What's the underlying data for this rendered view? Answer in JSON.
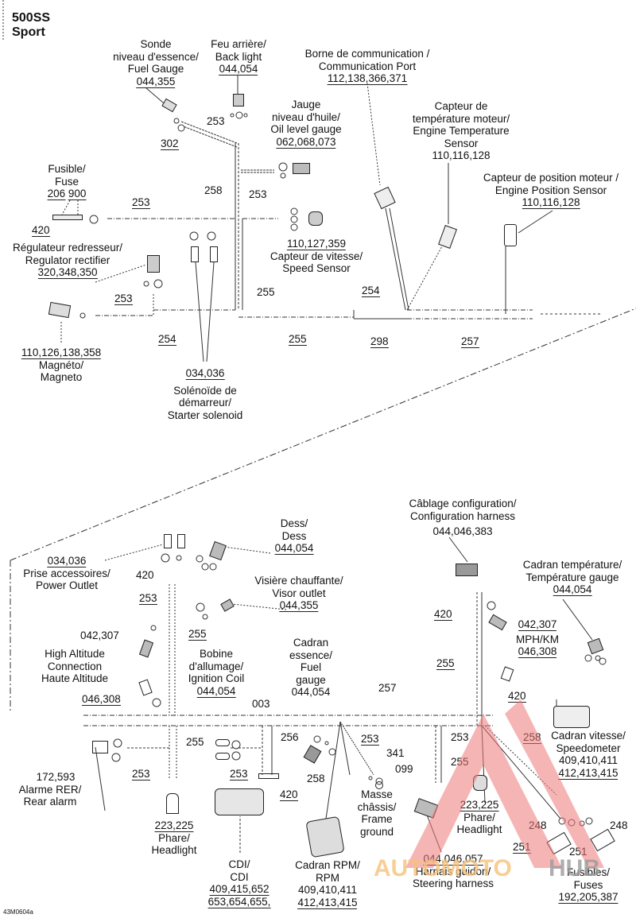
{
  "title": {
    "line1": "500SS",
    "line2": "Sport"
  },
  "figure_code": "43M0604a",
  "watermark": {
    "text_left": "AUTOMOTO",
    "text_right": "HUB",
    "color_red": "#f07a7a",
    "color_orange": "#f6c27a",
    "color_gray": "#9a9a9a"
  },
  "upper_components": [
    {
      "id": "fuel-level-sender",
      "fr": "Sonde niveau d'essence/",
      "l1": "Sonde",
      "l2": "niveau d'essence/",
      "l3": "Fuel Gauge",
      "codes": "044,355"
    },
    {
      "id": "back-light",
      "l1": "Feu arrière/",
      "l2": "Back light",
      "codes": "044,054"
    },
    {
      "id": "communication-port",
      "l1": "Borne de communication /",
      "l2": "Communication Port",
      "codes": "112,138,366,371"
    },
    {
      "id": "oil-level-gauge",
      "l1": "Jauge",
      "l2": "niveau d'huile/",
      "l3": "Oil level gauge",
      "codes": "062,068,073"
    },
    {
      "id": "engine-temp-sensor",
      "l1": "Capteur de",
      "l2": "température moteur/",
      "l3": "Engine Temperature",
      "l4": "Sensor",
      "codes": "110,116,128"
    },
    {
      "id": "engine-position-sensor",
      "l1": "Capteur de position moteur /",
      "l2": "Engine Position Sensor",
      "codes": "110,116,128"
    },
    {
      "id": "fuse",
      "l1": "Fusible/",
      "l2": "Fuse",
      "codes_a": "206",
      "codes_b": "900"
    },
    {
      "id": "regulator-rectifier",
      "l1": "Régulateur redresseur/",
      "l2": "Regulator rectifier",
      "codes": "320,348,350"
    },
    {
      "id": "speed-sensor",
      "codes": "110,127,359",
      "l1": "Capteur de vitesse/",
      "l2": "Speed Sensor"
    },
    {
      "id": "magneto",
      "codes": "110,126,138,358",
      "l1": "Magnéto/",
      "l2": "Magneto"
    },
    {
      "id": "starter-solenoid",
      "codes": "034,036",
      "l1": "Solénoïde de",
      "l2": "démarreur/",
      "l3": "Starter solenoid"
    }
  ],
  "upper_refs": {
    "r302": "302",
    "r253a": "253",
    "r258": "258",
    "r253b": "253",
    "r253c": "253",
    "r420": "420",
    "r255a": "255",
    "r254a": "254",
    "r253d": "253",
    "r254b": "254",
    "r255b": "255",
    "r298": "298",
    "r257": "257"
  },
  "lower_components": [
    {
      "id": "power-outlet",
      "codes": "034,036",
      "l1": "Prise accessoires/",
      "l2": "Power Outlet"
    },
    {
      "id": "dess",
      "l1": "Dess/",
      "l2": "Dess",
      "codes": "044,054"
    },
    {
      "id": "visor-outlet",
      "l1": "Visière chauffante/",
      "l2": "Visor outlet",
      "codes": "044,355"
    },
    {
      "id": "high-altitude",
      "l1": "High Altitude",
      "l2": "Connection",
      "l3": "Haute Altitude",
      "codes_a": "042,307",
      "codes_b": "046,308"
    },
    {
      "id": "ignition-coil",
      "l1": "Bobine",
      "l2": "d'allumage/",
      "l3": "Ignition Coil",
      "codes": "044,054"
    },
    {
      "id": "fuel-gauge-dial",
      "l1": "Cadran",
      "l2": "essence/",
      "l3": "Fuel",
      "l4": "gauge",
      "codes": "044,054"
    },
    {
      "id": "config-harness",
      "l1": "Câblage configuration/",
      "l2": "Configuration harness",
      "codes": "044,046,383"
    },
    {
      "id": "temp-gauge",
      "l1": "Cadran température/",
      "l2": "Température gauge",
      "codes": "044,054"
    },
    {
      "id": "mph-km",
      "codes_a": "042,307",
      "l1": "MPH/KM",
      "codes_b": "046,308"
    },
    {
      "id": "speedometer",
      "l1": "Cadran vitesse/",
      "l2": "Speedometer",
      "codes_a": "409,410,411",
      "codes_b": "412,413,415"
    },
    {
      "id": "rear-alarm",
      "codes": "172,593",
      "l1": "Alarme RER/",
      "l2": "Rear alarm"
    },
    {
      "id": "headlight-left",
      "codes": "223,225",
      "l1": "Phare/",
      "l2": "Headlight"
    },
    {
      "id": "cdi",
      "l1": "CDI/",
      "l2": "CDI",
      "codes_a": "409,415,652",
      "codes_b": "653,654,655,"
    },
    {
      "id": "rpm-dial",
      "l1": "Cadran RPM/",
      "l2": "RPM",
      "codes_a": "409,410,411",
      "codes_b": "412,413,415"
    },
    {
      "id": "frame-ground",
      "l1": "Masse",
      "l2": "châssis/",
      "l3": "Frame",
      "l4": "ground"
    },
    {
      "id": "steering-harness",
      "codes": "044,046,057",
      "l1": "Harnais guidon/",
      "l2": "Steering harness"
    },
    {
      "id": "headlight-right",
      "codes": "223,225",
      "l1": "Phare/",
      "l2": "Headlight"
    },
    {
      "id": "fuses",
      "l1": "Fusibles/",
      "l2": "Fuses",
      "codes": "192,205,387"
    }
  ],
  "lower_refs": {
    "r420a": "420",
    "r253a": "253",
    "r255a": "255",
    "r003": "003",
    "r257": "257",
    "r420b": "420",
    "r255b": "255",
    "r420c": "420",
    "r255c": "255",
    "r253b": "253",
    "r256": "256",
    "r253c": "253",
    "r420d": "420",
    "r258a": "258",
    "r253d": "253",
    "r341": "341",
    "r099": "099",
    "r253e": "253",
    "r258b": "258",
    "r255d": "255",
    "r248a": "248",
    "r248b": "248",
    "r251a": "251",
    "r251b": "251"
  }
}
